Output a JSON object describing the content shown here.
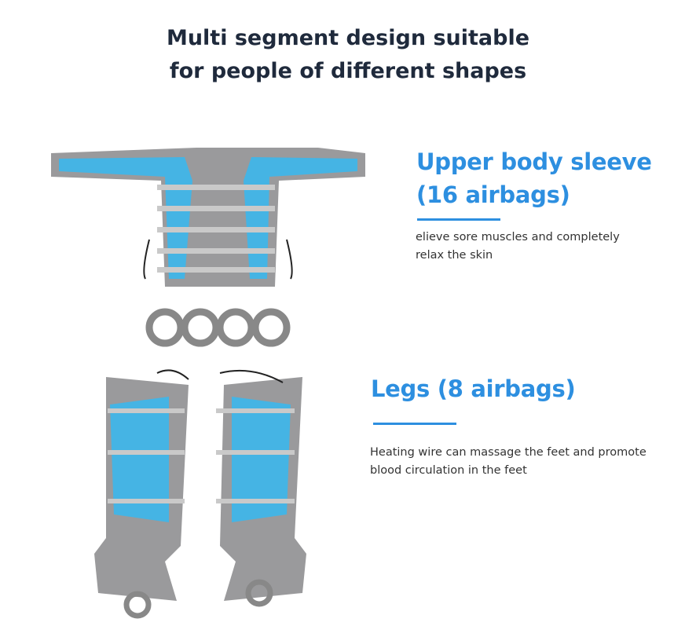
{
  "title": {
    "line1": "Multi segment design suitable",
    "line2": "for people of different shapes"
  },
  "upper": {
    "heading_line1": "Upper body sleeve",
    "heading_line2": "(16 airbags)",
    "desc_line1": "elieve sore muscles and completely",
    "desc_line2": "relax the skin"
  },
  "legs": {
    "heading": "Legs (8 airbags)",
    "desc_line1": "Heating wire can massage the feet and promote",
    "desc_line2": "blood circulation in the feet"
  },
  "colors": {
    "accent": "#2d8fe0",
    "fabric_blue": "#45b4e4",
    "fabric_gray": "#9a9a9c",
    "title": "#1f2a3c"
  }
}
